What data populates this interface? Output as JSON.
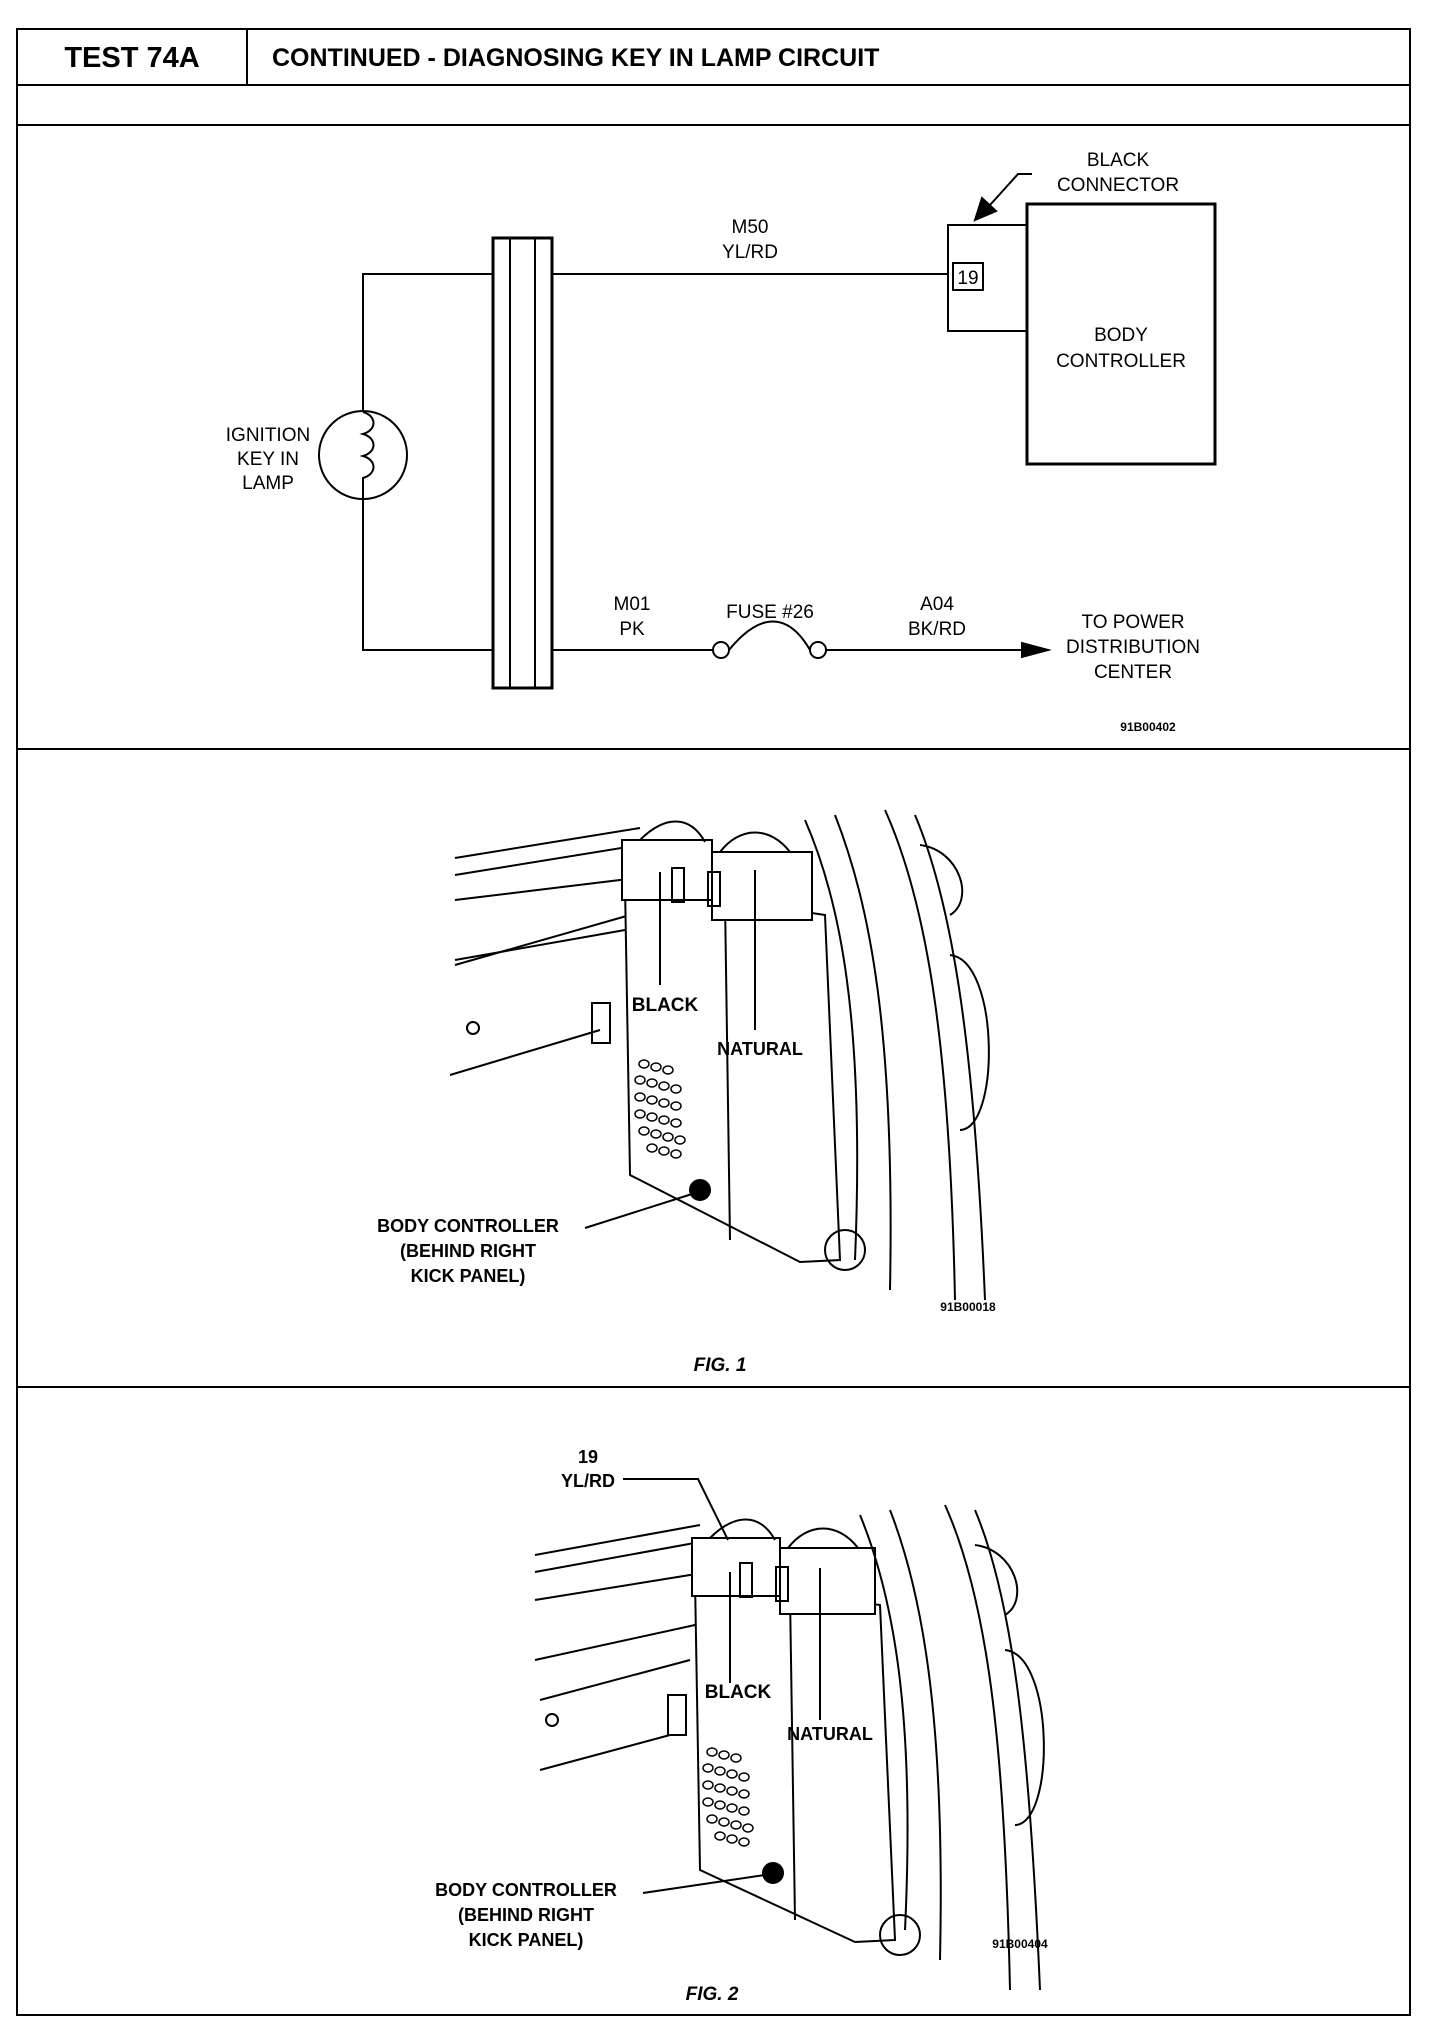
{
  "header": {
    "test_id": "TEST 74A",
    "title": "CONTINUED - DIAGNOSING KEY IN LAMP CIRCUIT"
  },
  "schematic": {
    "lamp_label": [
      "IGNITION",
      "KEY IN",
      "LAMP"
    ],
    "wire_top_code": "M50",
    "wire_top_color": "YL/RD",
    "connector_label": [
      "BLACK",
      "CONNECTOR"
    ],
    "pin_number": "19",
    "module_label": [
      "BODY",
      "CONTROLLER"
    ],
    "wire_bottom_code": "M01",
    "wire_bottom_color": "PK",
    "fuse_label": "FUSE #26",
    "wire_out_code": "A04",
    "wire_out_color": "BK/RD",
    "destination": [
      "TO POWER",
      "DISTRIBUTION",
      "CENTER"
    ],
    "ref": "91B00402"
  },
  "fig1": {
    "label_black": "BLACK",
    "label_natural": "NATURAL",
    "callout": [
      "BODY CONTROLLER",
      "(BEHIND RIGHT",
      "KICK PANEL)"
    ],
    "ref": "91B00018",
    "caption": "FIG. 1"
  },
  "fig2": {
    "pin_callout": [
      "19",
      "YL/RD"
    ],
    "label_black": "BLACK",
    "label_natural": "NATURAL",
    "callout": [
      "BODY CONTROLLER",
      "(BEHIND RIGHT",
      "KICK PANEL)"
    ],
    "ref": "91B00404",
    "caption": "FIG. 2"
  }
}
